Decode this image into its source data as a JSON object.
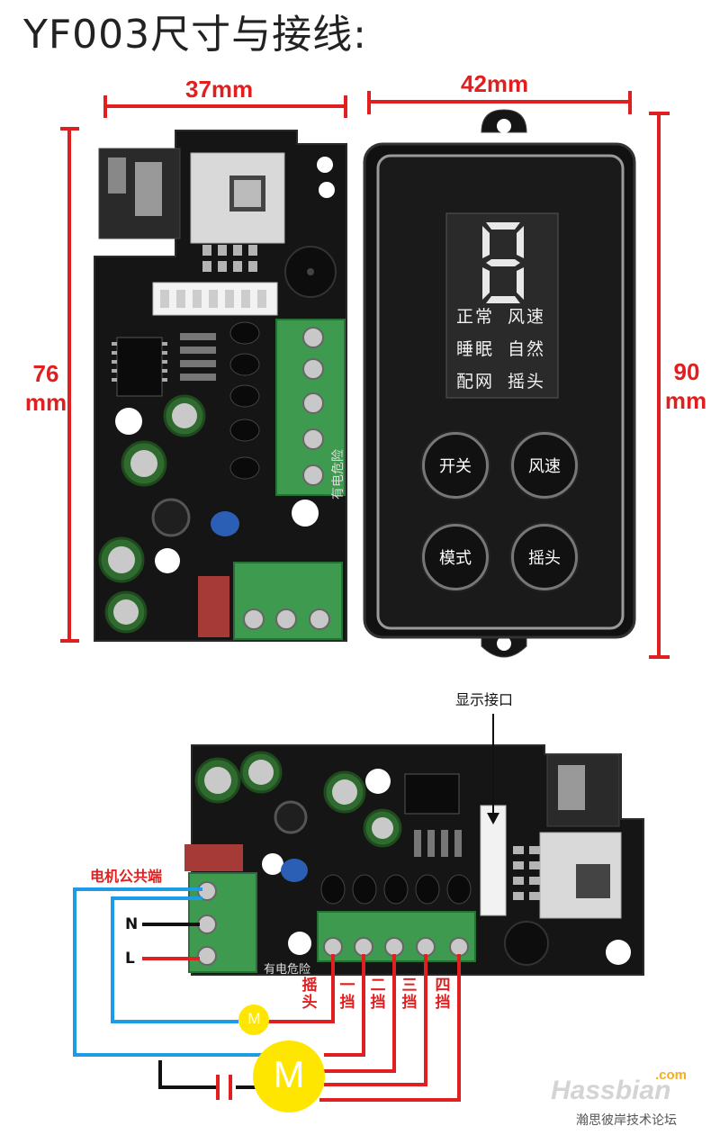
{
  "title": "YF003尺寸与接线:",
  "dimensions": {
    "board_width": "37mm",
    "panel_width": "42mm",
    "board_height_value": "76",
    "board_height_unit": "mm",
    "panel_height_value": "90",
    "panel_height_unit": "mm"
  },
  "panel": {
    "display_rows": [
      [
        "正常",
        "风速"
      ],
      [
        "睡眠",
        "自然"
      ],
      [
        "配网",
        "摇头"
      ]
    ],
    "buttons": [
      "开关",
      "风速",
      "模式",
      "摇头"
    ]
  },
  "board_marking": "有电危险",
  "wiring": {
    "display_port_label": "显示接口",
    "motor_common_label": "电机公共端",
    "n_label": "N",
    "l_label": "L",
    "terminals": [
      "摇头",
      "一挡",
      "二挡",
      "三挡",
      "四挡"
    ],
    "small_motor": "M",
    "big_motor": "M"
  },
  "watermark": {
    "brand": "Hassbian",
    "suffix": ".com",
    "tagline": "瀚思彼岸技术论坛"
  },
  "colors": {
    "dimension_red": "#e02020",
    "wire_blue": "#1e9be6",
    "wire_black": "#111111",
    "motor_yellow": "#ffe600",
    "terminal_green": "#3d9a4e",
    "pcb_black": "#151515"
  }
}
